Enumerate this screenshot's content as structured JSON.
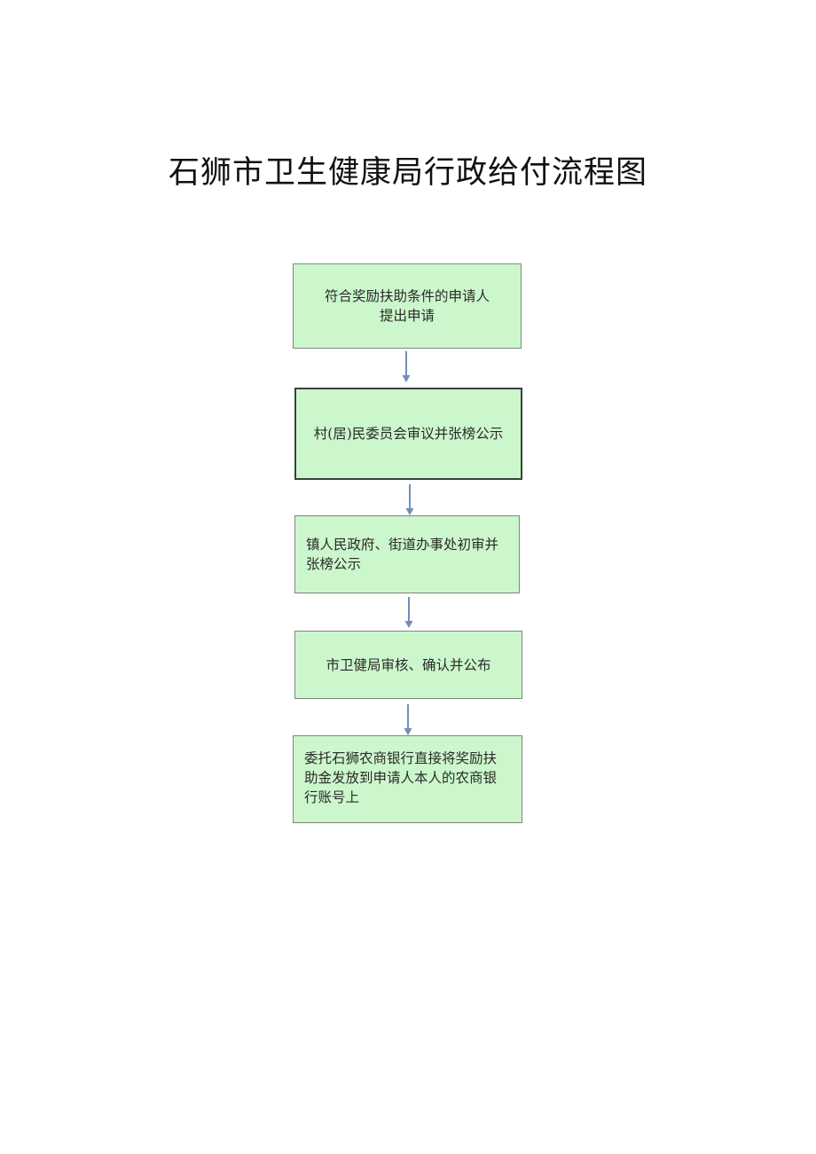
{
  "title": "石狮市卫生健康局行政给付流程图",
  "colors": {
    "box_fill": "#ccf7cc",
    "box_border": "#7e877e",
    "box_border_dark": "#3c3f3c",
    "arrow": "#6f8fb8"
  },
  "steps": [
    {
      "text": "符合奖励扶助条件的申请人\n提出申请",
      "line1": "符合奖励扶助条件的申请人",
      "line2": "提出申请"
    },
    {
      "text": "村(居)民委员会审议并张榜公示"
    },
    {
      "line1": "镇人民政府、街道办事处初审并",
      "line2": "张榜公示"
    },
    {
      "text": "市卫健局审核、确认并公布"
    },
    {
      "line1": "委托石狮农商银行直接将奖励扶",
      "line2": "助金发放到申请人本人的农商银",
      "line3": "行账号上"
    }
  ]
}
